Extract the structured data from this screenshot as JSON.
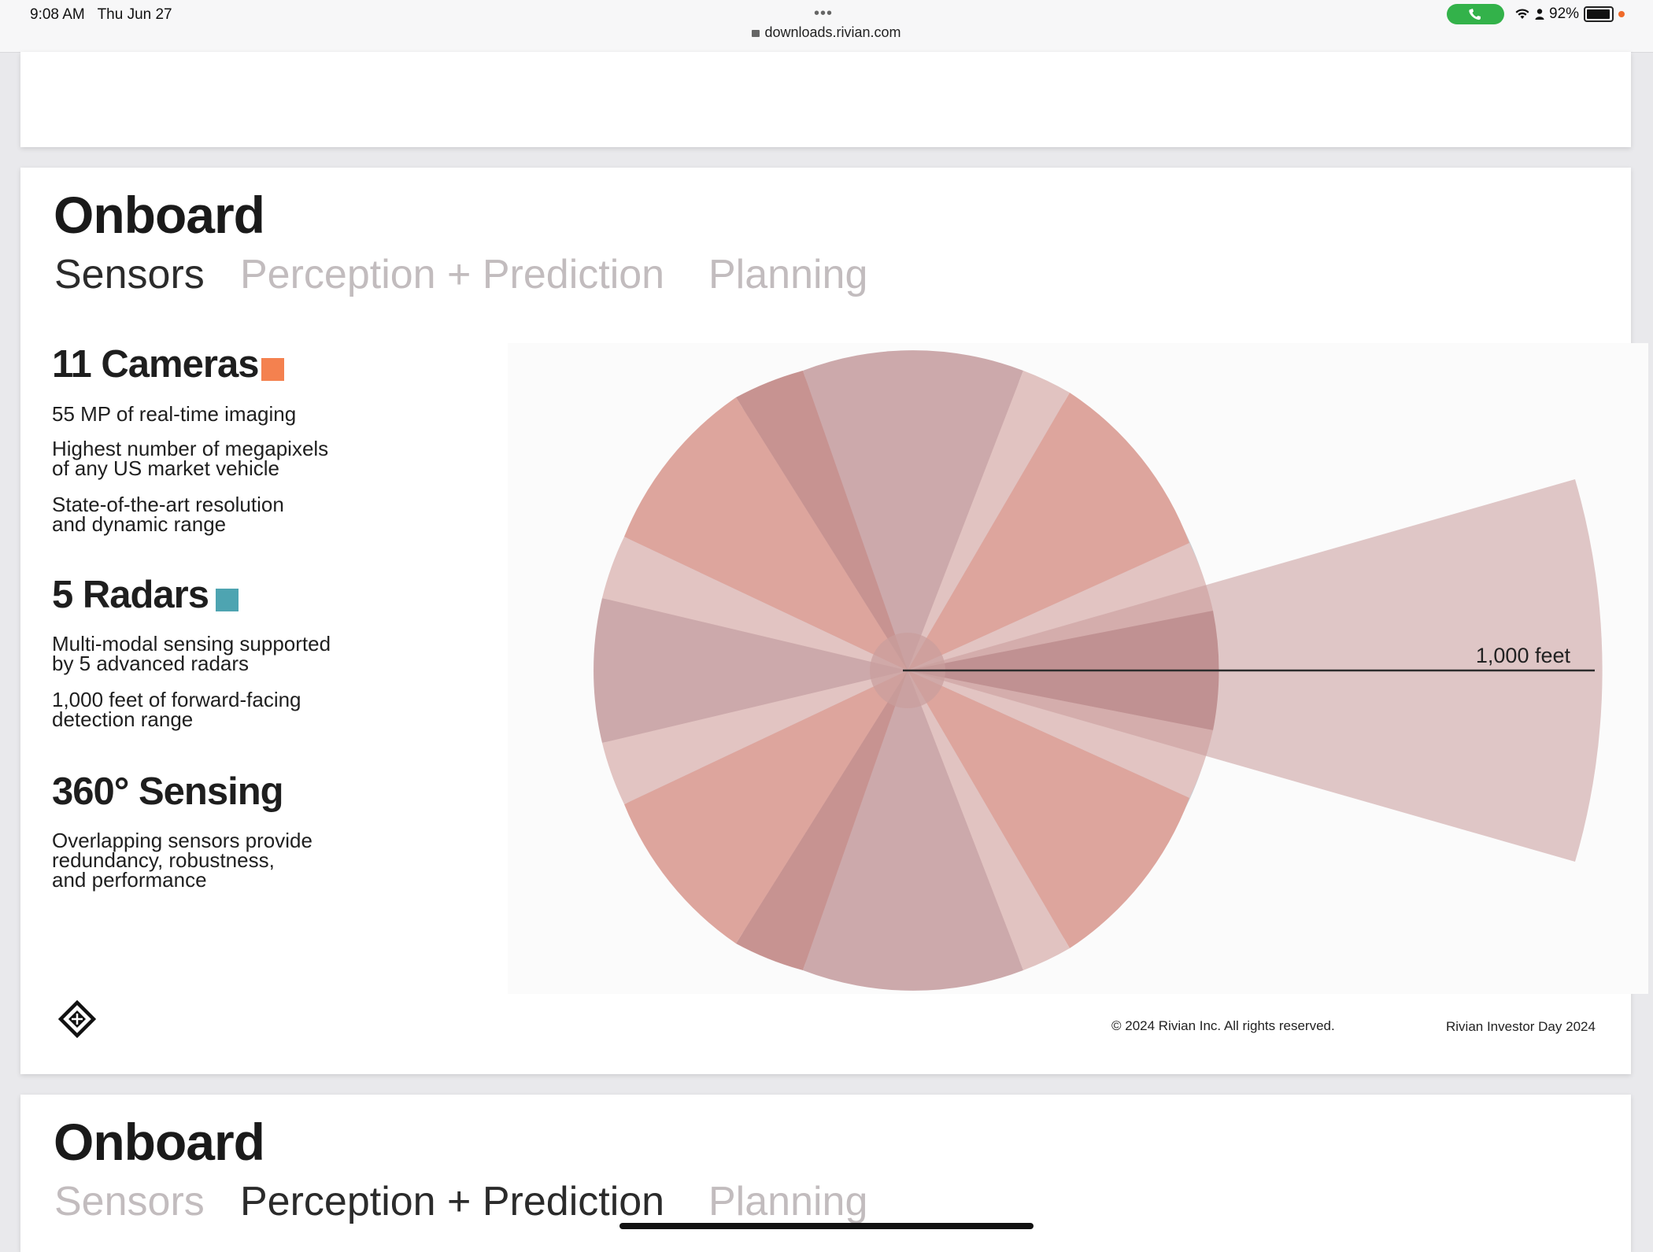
{
  "status_bar": {
    "time": "9:08 AM",
    "date": "Thu Jun 27",
    "url": "downloads.rivian.com",
    "battery": "92%",
    "call_color": "#33b24a"
  },
  "slide": {
    "title": "Onboard",
    "tabs": [
      {
        "label": "Sensors",
        "active": true
      },
      {
        "label": "Perception + Prediction",
        "active": false
      },
      {
        "label": "Planning",
        "active": false
      }
    ],
    "sections": [
      {
        "heading": "11 Cameras",
        "swatch_color": "#f4814f",
        "lines": [
          [
            "55 MP of real-time imaging"
          ],
          [
            "Highest number of megapixels",
            "of any US market vehicle"
          ],
          [
            "State-of-the-art resolution",
            "and dynamic range"
          ]
        ]
      },
      {
        "heading": "5 Radars",
        "swatch_color": "#4ea4b1",
        "lines": [
          [
            "Multi-modal sensing supported",
            "by 5 advanced radars"
          ],
          [
            "1,000 feet of forward-facing",
            "detection range"
          ]
        ]
      },
      {
        "heading": "360° Sensing",
        "lines": [
          [
            "Overlapping sensors provide",
            "redundancy, robustness,",
            "and performance"
          ]
        ]
      }
    ],
    "diagram": {
      "range_label": "1,000 feet",
      "camera_color": "#dd9588",
      "radar_color": "#c89a9a"
    },
    "footer": {
      "copyright": "© 2024 Rivian Inc. All rights reserved.",
      "event": "Rivian Investor Day 2024"
    }
  },
  "next_slide": {
    "title": "Onboard",
    "tabs": [
      {
        "label": "Sensors",
        "active": false
      },
      {
        "label": "Perception + Prediction",
        "active": true
      },
      {
        "label": "Planning",
        "active": false
      }
    ]
  }
}
